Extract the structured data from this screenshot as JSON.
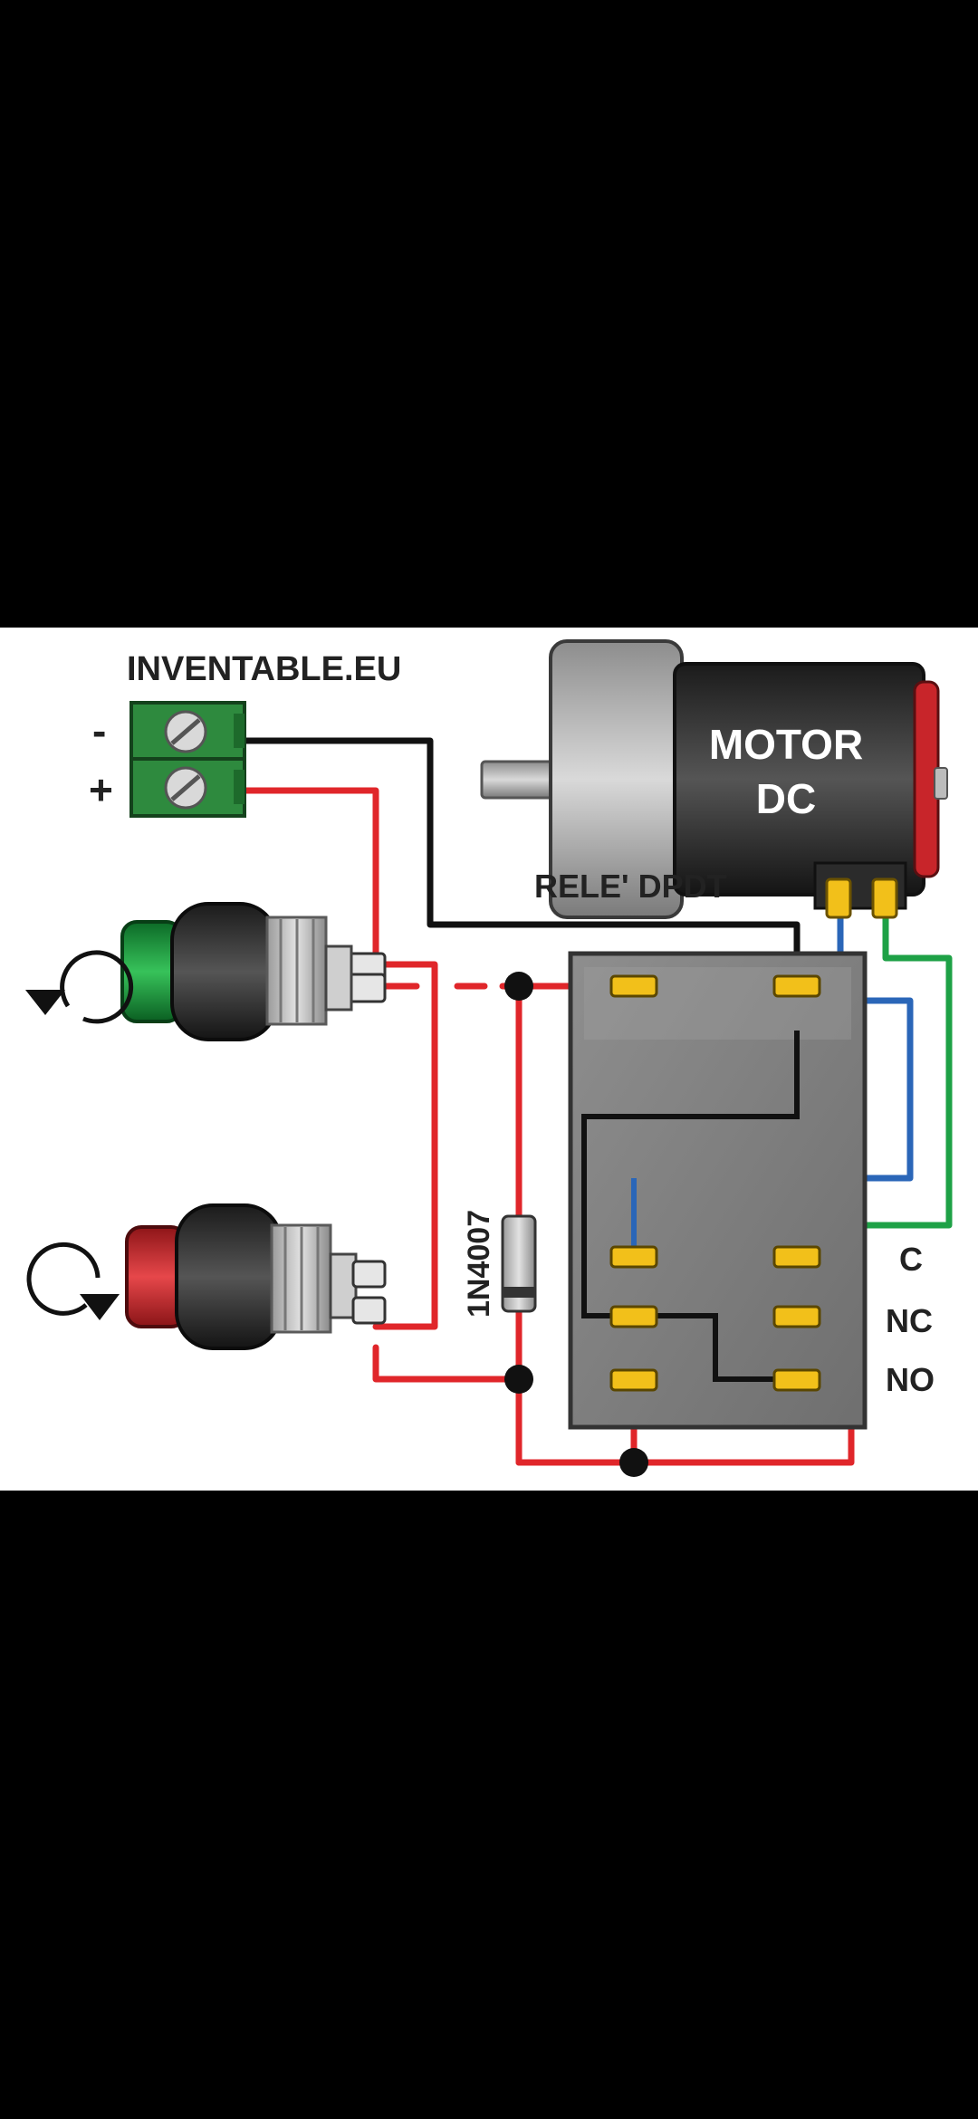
{
  "diagram": {
    "brand": "INVENTABLE.EU",
    "terminal_block": {
      "minus_label": "-",
      "plus_label": "+"
    },
    "motor": {
      "line1": "MOTOR",
      "line2": "DC"
    },
    "relay": {
      "title": "RELE' DPDT",
      "pin_labels": {
        "c": "C",
        "nc": "NC",
        "no": "NO"
      }
    },
    "diode": {
      "label": "1N4007"
    },
    "buttons": [
      {
        "name": "green-push-button",
        "cap_color": "#1f9a3c",
        "rotation": "counterclockwise"
      },
      {
        "name": "red-push-button",
        "cap_color": "#c8252a",
        "rotation": "clockwise"
      }
    ],
    "wire_colors": {
      "positive": "#e0262a",
      "negative": "#111111",
      "motor_a": "#2a66b8",
      "motor_b": "#1ea146"
    }
  }
}
